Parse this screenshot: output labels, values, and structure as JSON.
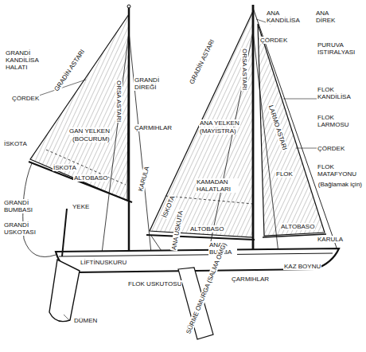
{
  "diagram": {
    "labels": [
      "ANA KANDİLİSA",
      "ANA DİREK",
      "ÇÖRDEK",
      "PURUVA ISTIRALYASI",
      "FLOK KANDİLİSA",
      "FLOK LARMOSU",
      "ÇÖRDEK",
      "FLOK MATAFYONU",
      "(Bağlamak için)",
      "KARULA",
      "KAZ BOYNU",
      "ALTOBASO",
      "GRANDİ KANDİLİSA HALATI",
      "ÇÖRDEK",
      "GRANDİ DİREĞİ",
      "ÇARMIHLAR",
      "GRADİN ASTARI",
      "ORSA ASTARI",
      "GAN YELKEN",
      "(BOCURUM)",
      "İSKOTA",
      "İSKOTA",
      "ALTOBASO",
      "KARULA",
      "GRANDİ BUMBASI",
      "GRANDİ USKOTASI",
      "YEKE",
      "LİFTİNUSKURU",
      "DÜMEN",
      "GRADİN ASTARI",
      "ORSA ASTARI",
      "ANA YELKEN",
      "(MAYİSTRA)",
      "KAMADAN HALATLARI",
      "İSKOTA",
      "ALTOBASO",
      "ANA USKUTA",
      "ANA BUMBA",
      "ÇARMIHLAR",
      "FLOK USKUTOSU",
      "SÜRME OMURGA (SALMA OMG)",
      "FLOK",
      "LARMO ASTARI"
    ]
  }
}
